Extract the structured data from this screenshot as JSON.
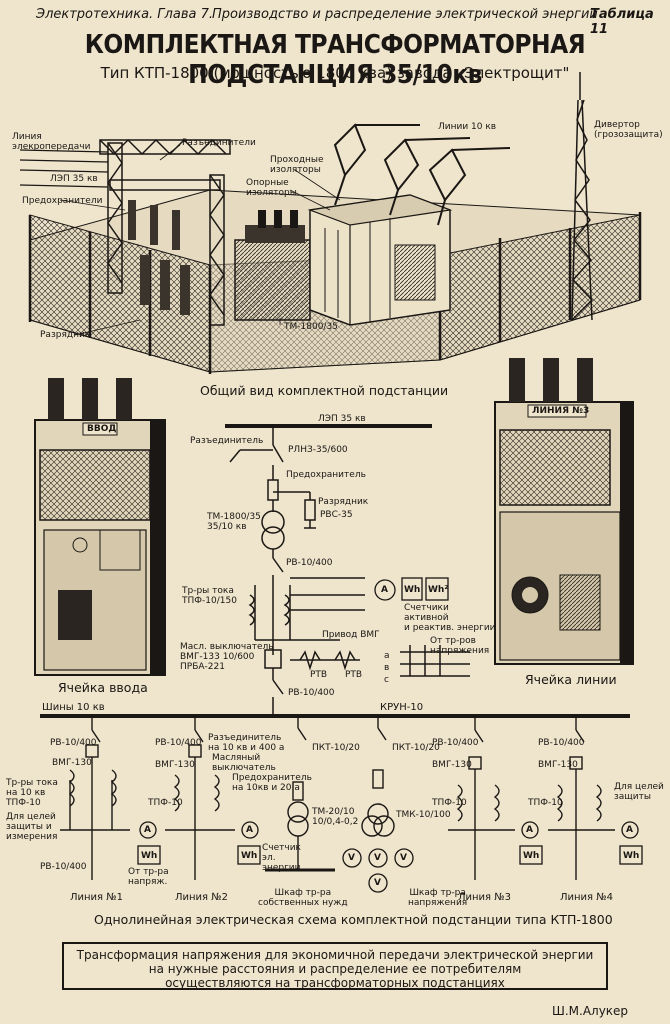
{
  "header": {
    "left": "Электротехника. Глава 7.",
    "center": "Производство и распределение электрической энергии",
    "right": "Таблица 11"
  },
  "title": "КОМПЛЕКТНАЯ ТРАНСФОРМАТОРНАЯ ПОДСТАНЦИЯ 35/10кв",
  "subtitle": "Тип КТП-1800 (мощностью 1800 ква) завода „Электрощит\"",
  "overview": {
    "caption": "Общий вид комплектной подстанции",
    "labels": {
      "line": "Линия\nэлекропередачи",
      "lep35": "ЛЭП 35 кв",
      "fuses": "Предохранители",
      "disconnectors": "Разъединители",
      "bushings": "Проходные\nизоляторы",
      "support_insulators": "Опорные\nизоляторы",
      "lines10": "Линии 10 кв",
      "divertor": "Дивертор\n(грозозащита)",
      "arrester": "Разрядник",
      "transformer": "ТМ-1800/35"
    }
  },
  "cells": {
    "input_label": "ВВОД",
    "input_caption": "Ячейка ввода",
    "line_label": "ЛИНИЯ №3",
    "line_caption": "Ячейка линии"
  },
  "schematic": {
    "caption": "Однолинейная электрическая схема комплектной подстанции типа КТП-1800",
    "lep": "ЛЭП 35 кв",
    "disconnector": "Разъединитель",
    "rliz": "РЛНЗ-35/600",
    "fuse": "Предохранитель",
    "arrester": "Разрядник",
    "rvs": "РВС-35",
    "tm": "ТМ-1800/35\n35/10 кв",
    "rv_top": "РВ-10/400",
    "ct": "Тр-ры тока\nТПФ-10/150",
    "meters": "Счетчики\nактивной\nи реактив. энергии",
    "privod": "Привод ВМГ",
    "breaker": "Масл. выключатель\nВМГ-133 10/600\nПРБА-221",
    "rtv1": "РТВ",
    "rtv2": "РТВ",
    "vt": "От тр-ров\nнапряжения",
    "rv_mid": "РВ-10/400",
    "bus": "Шины 10 кв",
    "krun": "КРУН-10",
    "rv_l1": "РВ-10/400",
    "vmg_l1": "ВМГ-130",
    "ct_l1": "Тр-ры тока\nна 10 кв\nТПФ-10",
    "prot_l1": "Для целей\nзащиты и\nизмерения",
    "rv_l1b": "РВ-10/400",
    "rv_l2": "РВ-10/400",
    "razed_l2": "Разъединитель\nна 10 кв и 400 а",
    "vmg_l2": "ВМГ-130",
    "oil_l2": "Масляный\nвыключатель",
    "tpf_l2": "ТПФ-10",
    "fuse_aux": "Предохранитель\nна 10кв и 20 а",
    "pkt1": "ПКТ-10/20",
    "pkt2": "ПКТ-10/20",
    "tm20": "ТМ-20/10\n10/0,4-0,2",
    "tmk": "ТМК-10/100",
    "meter_aux": "Счетчик\nэл.\nэнергии",
    "rv_l3": "РВ-10/400",
    "vmg_l3": "ВМГ-130",
    "tpf_l3": "ТПФ-10",
    "rv_l4": "РВ-10/400",
    "vmg_l4": "ВМГ-130",
    "tpf_l4": "ТПФ-10",
    "prot_l4": "Для целей\nзащиты",
    "from_vt": "От тр-ра\nнапряж.",
    "aux_cab1": "Шкаф тр-ра\nсобственных нужд",
    "aux_cab2": "Шкаф тр-ра\nнапряжения",
    "line1": "Линия №1",
    "line2": "Линия №2",
    "line3": "Линия №3",
    "line4": "Линия №4",
    "abc": "а\nв\nс",
    "A": "A",
    "Wh": "Wh",
    "Wh2": "Wh²",
    "V": "V"
  },
  "footer": {
    "text": "Трансформация напряжения для экономичной передачи электрической энергии\nна нужные расстояния и распределение ее потребителям\nосуществляются на трансформаторных подстанциях",
    "author": "Ш.М.Алукер"
  }
}
